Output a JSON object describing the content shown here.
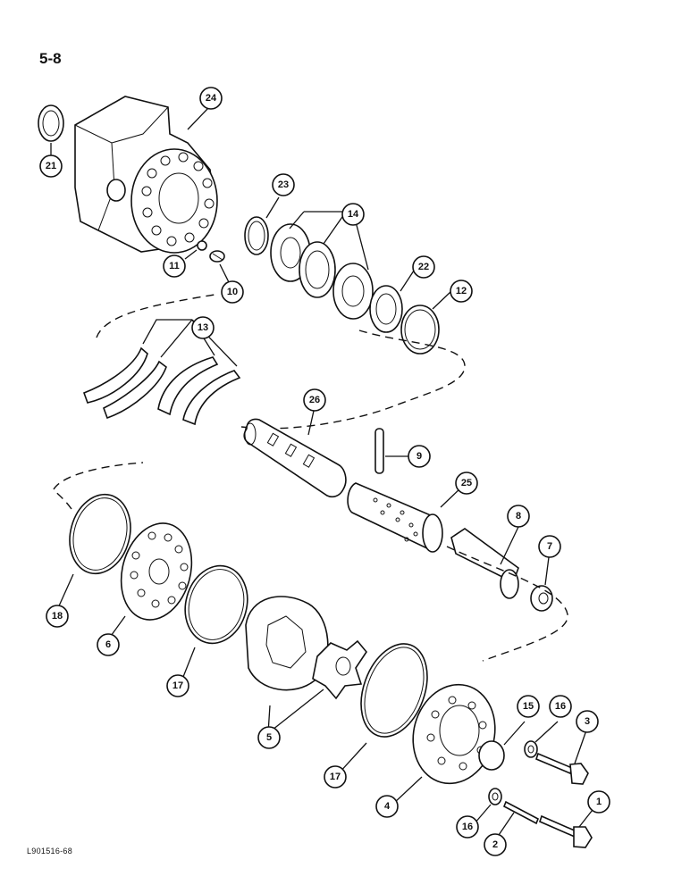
{
  "page": {
    "number": "5-8",
    "reference": "L901516-68"
  },
  "callouts": [
    {
      "id": "24",
      "label": "24"
    },
    {
      "id": "21",
      "label": "21"
    },
    {
      "id": "23",
      "label": "23"
    },
    {
      "id": "14",
      "label": "14"
    },
    {
      "id": "11",
      "label": "11"
    },
    {
      "id": "10",
      "label": "10"
    },
    {
      "id": "22",
      "label": "22"
    },
    {
      "id": "12",
      "label": "12"
    },
    {
      "id": "13",
      "label": "13"
    },
    {
      "id": "26",
      "label": "26"
    },
    {
      "id": "9",
      "label": "9"
    },
    {
      "id": "25",
      "label": "25"
    },
    {
      "id": "8",
      "label": "8"
    },
    {
      "id": "7",
      "label": "7"
    },
    {
      "id": "18",
      "label": "18"
    },
    {
      "id": "6",
      "label": "6"
    },
    {
      "id": "17a",
      "label": "17"
    },
    {
      "id": "5",
      "label": "5"
    },
    {
      "id": "17b",
      "label": "17"
    },
    {
      "id": "4",
      "label": "4"
    },
    {
      "id": "15",
      "label": "15"
    },
    {
      "id": "16a",
      "label": "16"
    },
    {
      "id": "3",
      "label": "3"
    },
    {
      "id": "16b",
      "label": "16"
    },
    {
      "id": "2",
      "label": "2"
    },
    {
      "id": "1",
      "label": "1"
    }
  ]
}
